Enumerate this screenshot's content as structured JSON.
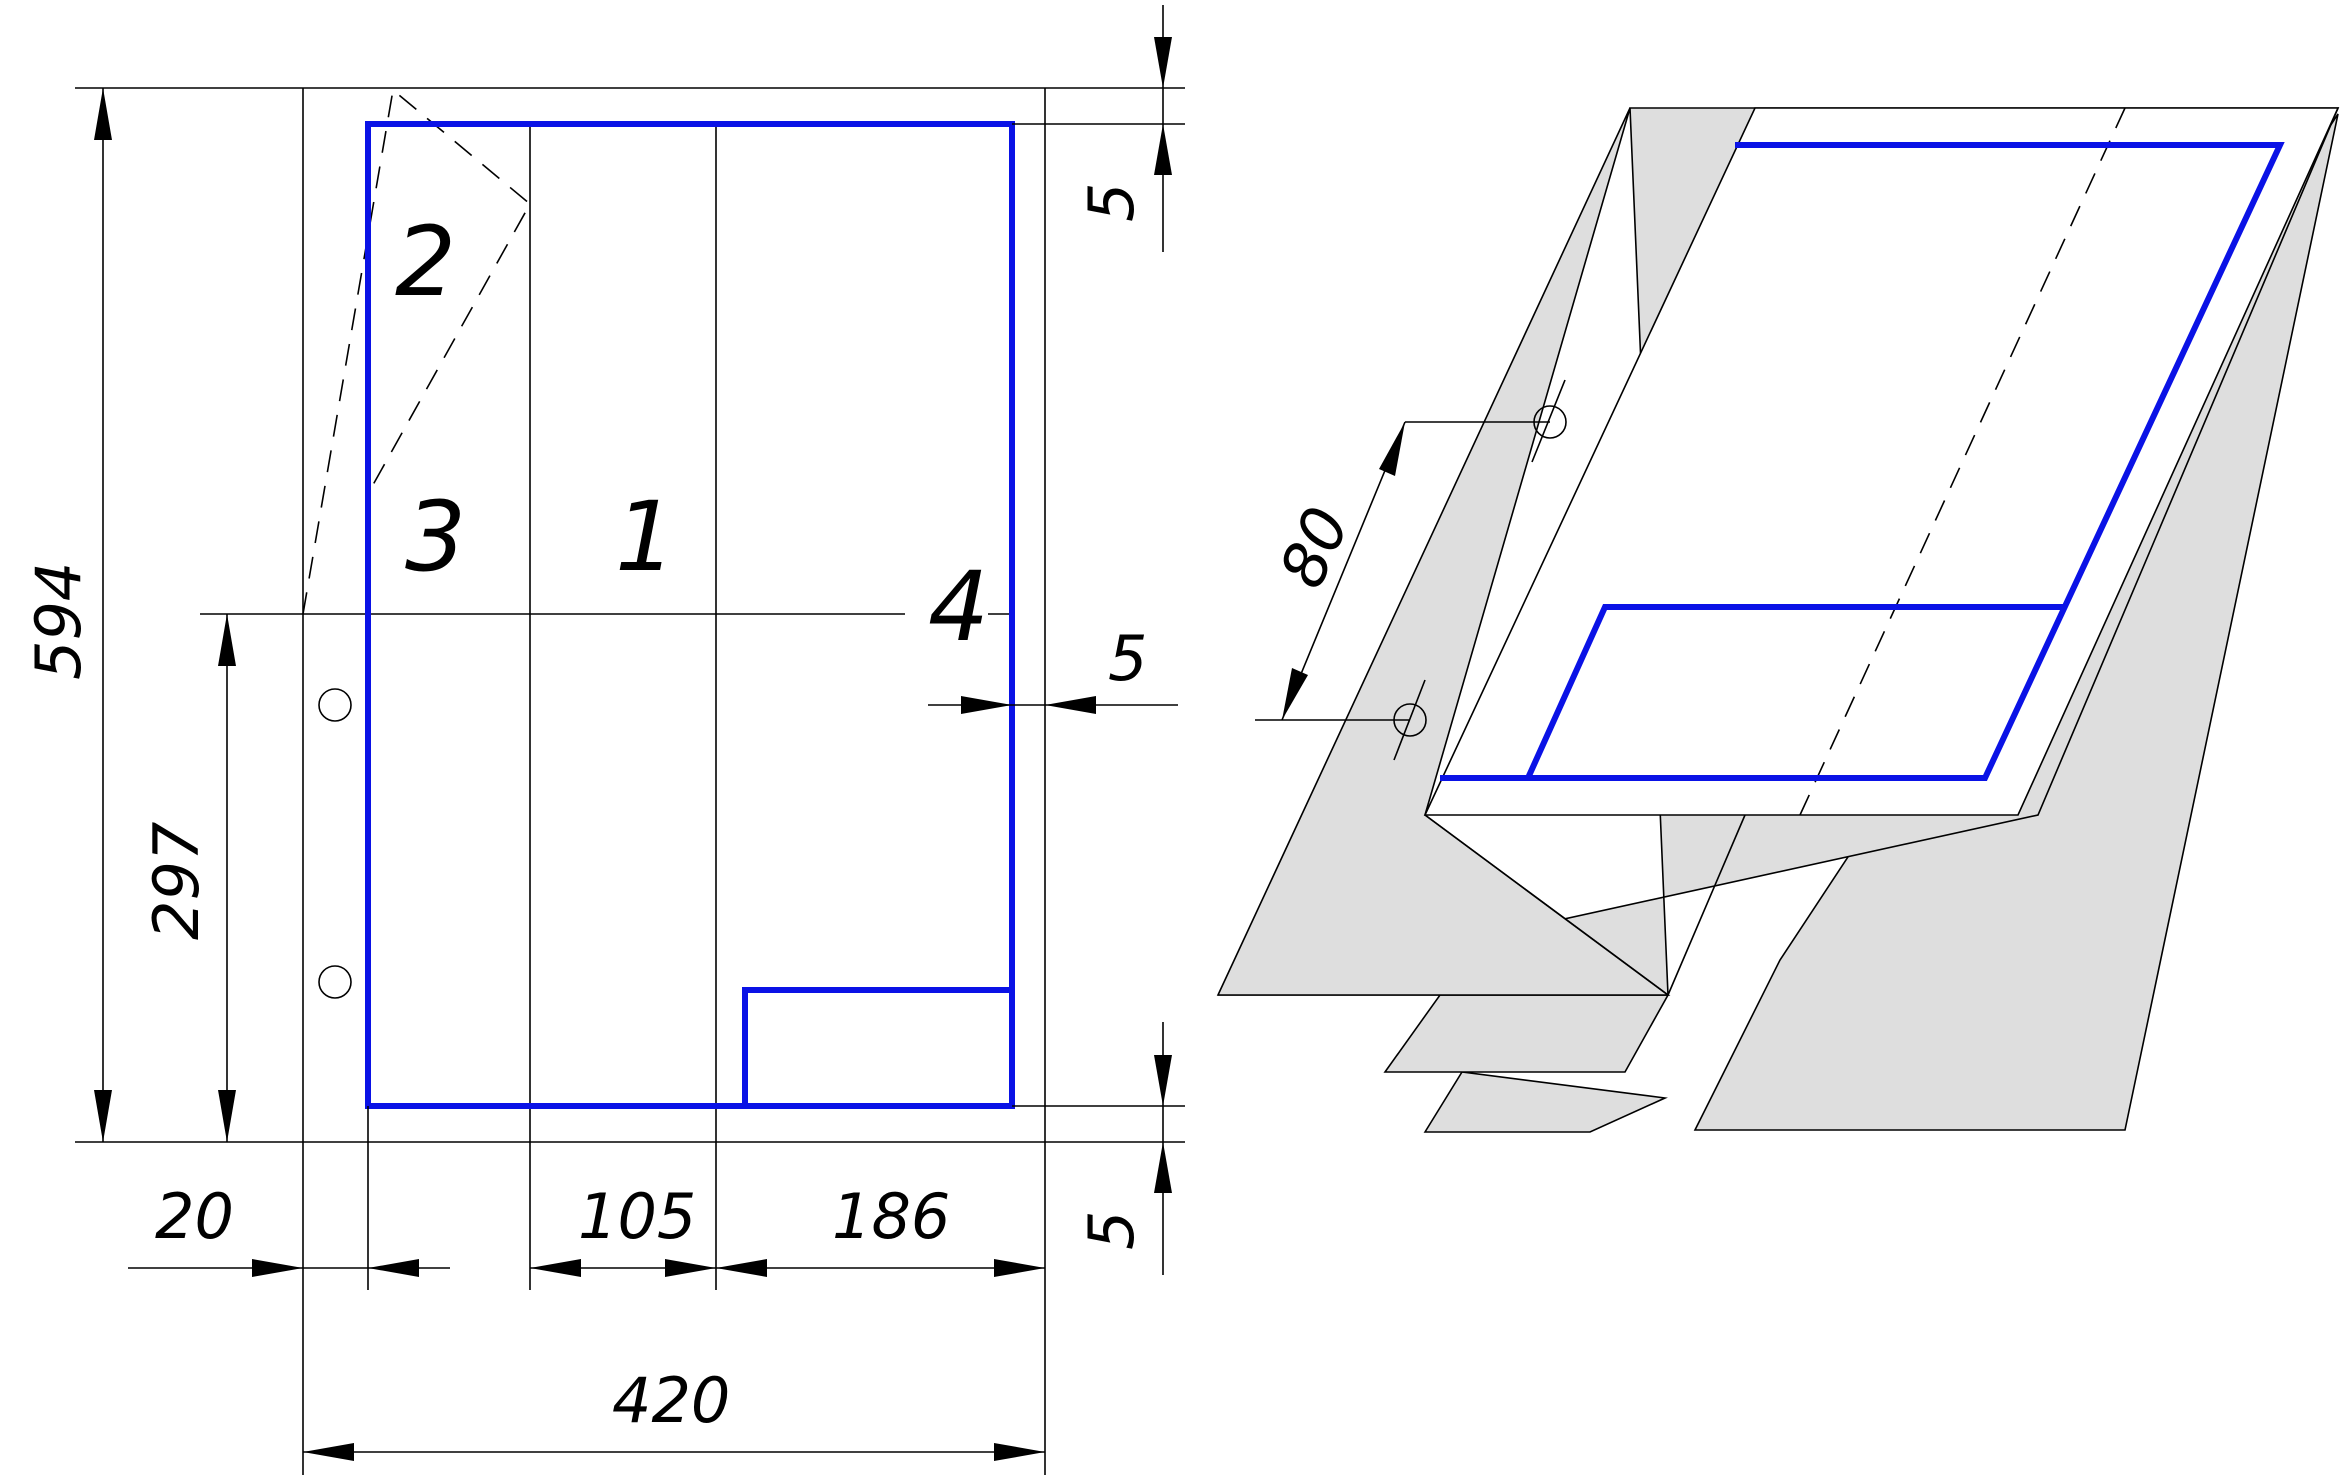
{
  "dimensions": {
    "total_height": "594",
    "lower_height": "297",
    "binding_margin": "20",
    "fold_width": "105",
    "right_panel_width": "186",
    "total_width": "420",
    "top_margin": "5",
    "right_margin": "5",
    "bottom_margin": "5",
    "hole_spacing": "80"
  },
  "zones": {
    "zone1": "1",
    "zone2": "2",
    "zone3": "3",
    "zone4": "4"
  },
  "colors": {
    "frame": "#0a12e6",
    "folded_sheet": "#dedede",
    "line": "#000000"
  }
}
